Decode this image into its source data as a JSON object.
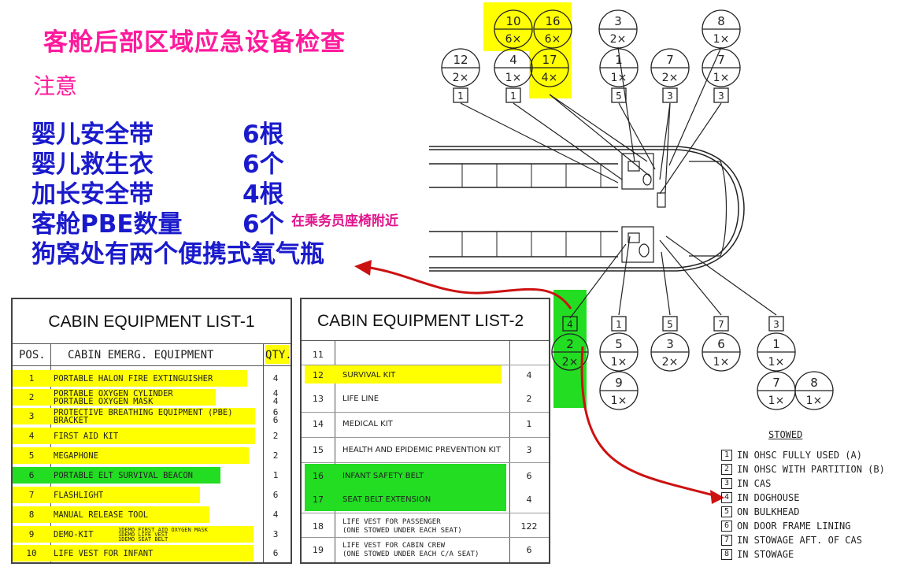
{
  "title": "客舱后部区域应急设备检查",
  "note_label": "注意",
  "notes": [
    {
      "item": "婴儿安全带",
      "value": "6根"
    },
    {
      "item": "婴儿救生衣",
      "value": "6个"
    },
    {
      "item": "加长安全带",
      "value": "4根"
    },
    {
      "item": "客舱PBE数量",
      "value": "6个"
    },
    {
      "item": "狗窝处有两个便携式氧气瓶",
      "value": ""
    }
  ],
  "pbe_note": "在乘务员座椅附近",
  "list1": {
    "title": "CABIN EQUIPMENT LIST-1",
    "headers": {
      "pos": "POS.",
      "name": "CABIN EMERG. EQUIPMENT",
      "qty": "QTY."
    },
    "rows": [
      {
        "pos": "1",
        "name": "PORTABLE HALON FIRE EXTINGUISHER",
        "qty": "4",
        "hl": "yellow"
      },
      {
        "pos": "2",
        "name": "PORTABLE OXYGEN CYLINDER\nPORTABLE OXYGEN MASK",
        "qty": "4\n4",
        "hl": "yellow"
      },
      {
        "pos": "3",
        "name": "PROTECTIVE BREATHING EQUIPMENT (PBE)\nBRACKET",
        "qty": "6\n6",
        "hl": "yellow"
      },
      {
        "pos": "4",
        "name": "FIRST AID KIT",
        "qty": "2",
        "hl": "yellow"
      },
      {
        "pos": "5",
        "name": "MEGAPHONE",
        "qty": "2",
        "hl": "yellow"
      },
      {
        "pos": "6",
        "name": "PORTABLE ELT SURVIVAL BEACON",
        "qty": "1",
        "hl": "green"
      },
      {
        "pos": "7",
        "name": "FLASHLIGHT",
        "qty": "6",
        "hl": "yellow"
      },
      {
        "pos": "8",
        "name": "MANUAL RELEASE TOOL",
        "qty": "4",
        "hl": "yellow"
      },
      {
        "pos": "9",
        "name": "DEMO-KIT",
        "sub": "1DEMO FIRST AID OXYGEN MASK\n1DEMO LIFE VEST\n1DEMO SEAT BELT",
        "qty": "3",
        "hl": "yellow"
      },
      {
        "pos": "10",
        "name": "LIFE VEST FOR INFANT",
        "qty": "6",
        "hl": "yellow"
      }
    ]
  },
  "list2": {
    "title": "CABIN EQUIPMENT LIST-2",
    "rows": [
      {
        "pos": "11",
        "name": "",
        "qty": "",
        "hl": ""
      },
      {
        "pos": "12",
        "name": "SURVIVAL KIT",
        "qty": "4",
        "hl": "yellow"
      },
      {
        "pos": "13",
        "name": "LIFE LINE",
        "qty": "2",
        "hl": ""
      },
      {
        "pos": "14",
        "name": "MEDICAL KIT",
        "qty": "1",
        "hl": ""
      },
      {
        "pos": "15",
        "name": "HEALTH AND EPIDEMIC PREVENTION KIT",
        "qty": "3",
        "hl": ""
      },
      {
        "pos": "16",
        "name": "INFANT SAFETY BELT",
        "qty": "6",
        "hl": "green"
      },
      {
        "pos": "17",
        "name": "SEAT BELT EXTENSION",
        "qty": "4",
        "hl": "green"
      },
      {
        "pos": "18",
        "name": "LIFE VEST FOR PASSENGER\n(ONE STOWED UNDER EACH SEAT)",
        "qty": "122",
        "hl": ""
      },
      {
        "pos": "19",
        "name": "LIFE VEST FOR CABIN CREW\n(ONE STOWED UNDER EACH C/A SEAT)",
        "qty": "6",
        "hl": ""
      }
    ]
  },
  "diagram": {
    "top_callouts": [
      {
        "num": "10",
        "qty": "6×"
      },
      {
        "num": "16",
        "qty": "6×"
      },
      {
        "num": "3",
        "qty": "2×"
      },
      {
        "num": "8",
        "qty": "1×"
      },
      {
        "num": "12",
        "qty": "2×",
        "box": "1"
      },
      {
        "num": "4",
        "qty": "1×",
        "box": "1"
      },
      {
        "num": "17",
        "qty": "4×"
      },
      {
        "num": "1",
        "qty": "1×",
        "box": "5"
      },
      {
        "num": "7",
        "qty": "2×",
        "box": "3"
      },
      {
        "num": "7",
        "qty": "1×",
        "box": "3"
      }
    ],
    "bottom_callouts": [
      {
        "box": "4",
        "num": "2",
        "qty": "2×"
      },
      {
        "box": "1",
        "num": "5",
        "qty": "1×"
      },
      {
        "num": "9",
        "qty": "1×"
      },
      {
        "box": "5",
        "num": "3",
        "qty": "2×"
      },
      {
        "box": "7",
        "num": "6",
        "qty": "1×"
      },
      {
        "box": "3",
        "num": "1",
        "qty": "1×"
      },
      {
        "num": "7",
        "qty": "1×"
      },
      {
        "num": "8",
        "qty": "1×"
      }
    ]
  },
  "stowed": {
    "title": "STOWED",
    "items": [
      {
        "n": "1",
        "t": "IN OHSC FULLY USED (A)"
      },
      {
        "n": "2",
        "t": "IN OHSC WITH PARTITION (B)"
      },
      {
        "n": "3",
        "t": "IN CAS"
      },
      {
        "n": "4",
        "t": "IN DOGHOUSE"
      },
      {
        "n": "5",
        "t": "ON BULKHEAD"
      },
      {
        "n": "6",
        "t": "ON DOOR FRAME LINING"
      },
      {
        "n": "7",
        "t": "IN STOWAGE AFT. OF CAS"
      },
      {
        "n": "8",
        "t": "IN STOWAGE"
      }
    ]
  },
  "colors": {
    "yellow": "#ffff00",
    "green": "#22dd22",
    "title": "#ff1a9c",
    "blue": "#1a1acc",
    "arrow": "#cc1111"
  }
}
